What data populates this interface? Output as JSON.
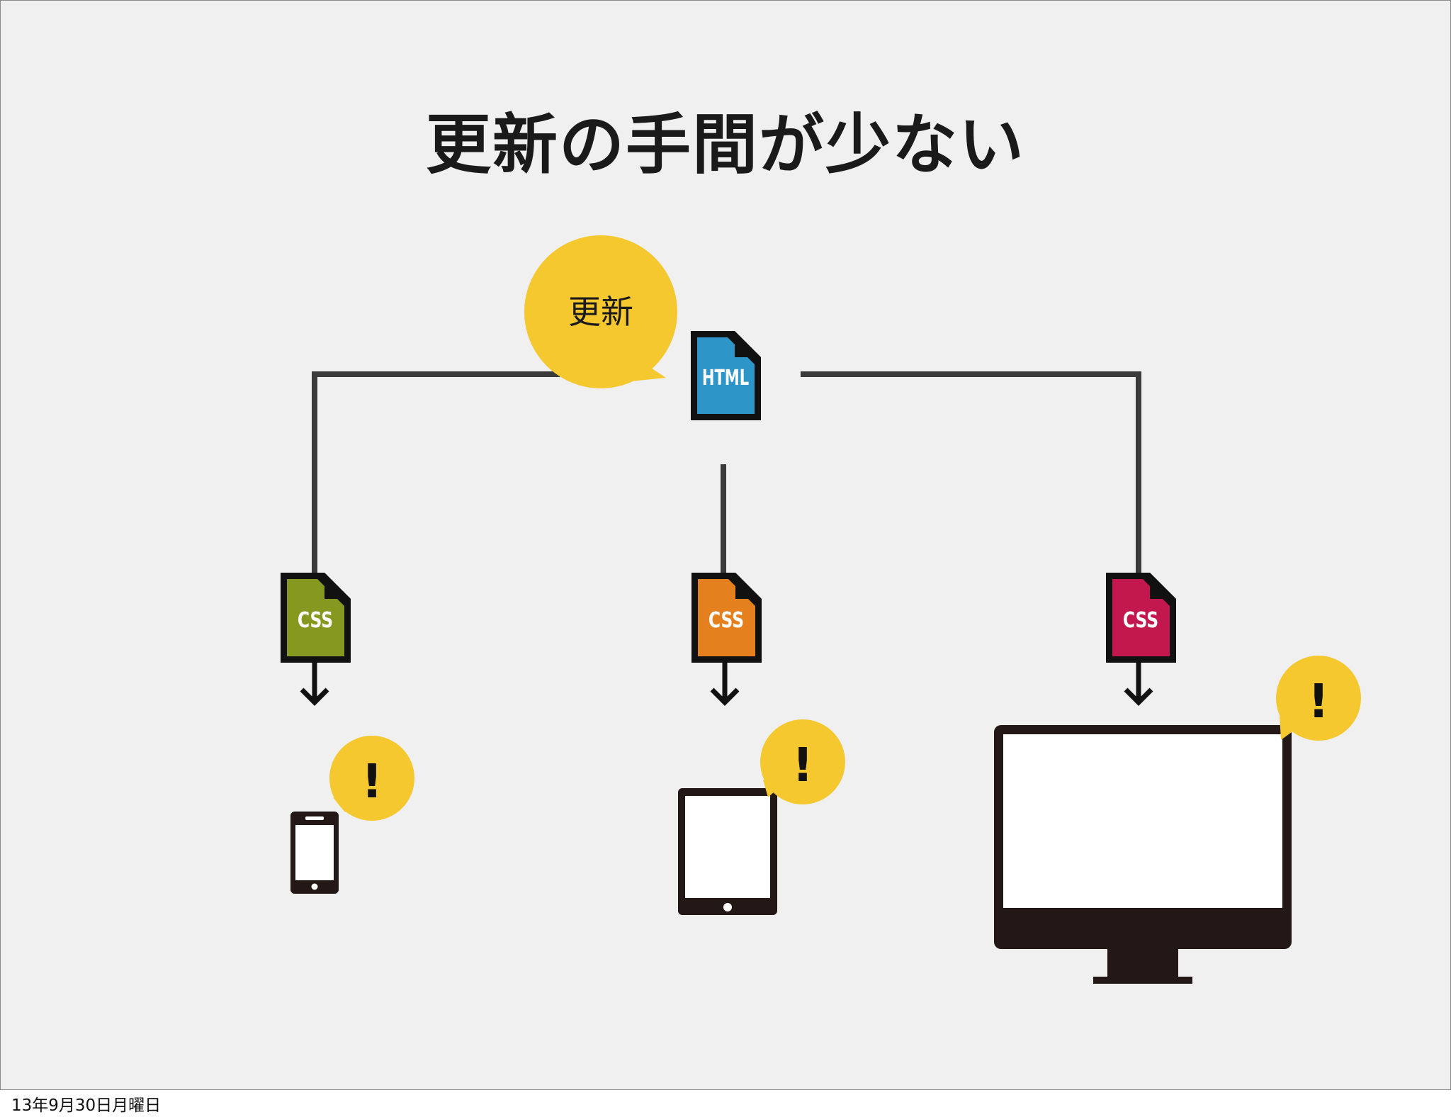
{
  "slide": {
    "title": "更新の手間が少ない",
    "update_bubble_label": "更新",
    "html_file_label": "HTML",
    "css_files": [
      {
        "label": "CSS",
        "color": "#86981f",
        "device": "smartphone"
      },
      {
        "label": "CSS",
        "color": "#e5801f",
        "device": "tablet"
      },
      {
        "label": "CSS",
        "color": "#c3184e",
        "device": "desktop-monitor"
      }
    ],
    "alert_bubble_label": "!",
    "html_color": "#2d95c8",
    "bubble_color": "#f5c830",
    "line_color": "#3a3a3a",
    "device_color": "#231815"
  },
  "footer": {
    "date": "13年9月30日月曜日"
  }
}
